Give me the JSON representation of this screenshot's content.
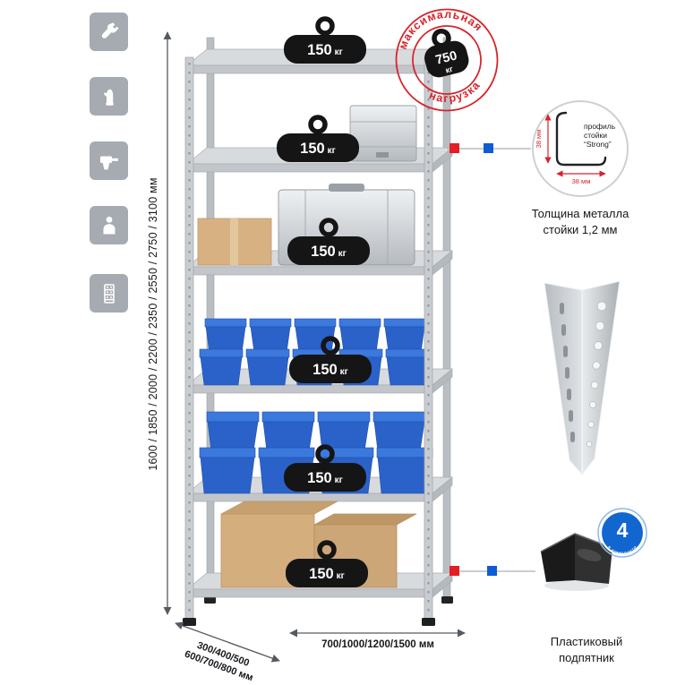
{
  "features": {
    "icons": [
      "wrench",
      "gloves",
      "drill",
      "person",
      "rack"
    ]
  },
  "dimensions": {
    "height": "1600 / 1850 / 2000 / 2200 / 2350 / 2550 / 2750 / 3100 мм",
    "depth_line1": "300/400/500",
    "depth_line2": "600/700/800 мм",
    "width": "700/1000/1200/1500 мм"
  },
  "rack": {
    "shelf_weights": [
      {
        "value": "150",
        "unit": "кг"
      },
      {
        "value": "150",
        "unit": "кг"
      },
      {
        "value": "150",
        "unit": "кг"
      },
      {
        "value": "150",
        "unit": "кг"
      },
      {
        "value": "150",
        "unit": "кг"
      },
      {
        "value": "150",
        "unit": "кг"
      }
    ]
  },
  "stamp": {
    "arc_top": "максимальная",
    "arc_bottom": "нагрузка",
    "value": "750",
    "unit": "кг"
  },
  "profile_detail": {
    "label_line1": "профиль",
    "label_line2": "стойки",
    "label_line3": "“Strong”",
    "dim_left": "38 мм",
    "dim_bottom": "38 мм",
    "caption_line1": "Толщина металла",
    "caption_line2": "стойки 1,2 мм"
  },
  "foot_detail": {
    "badge_value": "4",
    "badge_label": "в комплекте",
    "caption_line1": "Пластиковый",
    "caption_line2": "подпятник"
  },
  "colors": {
    "accent_red": "#d8232a",
    "marker_red": "#e31e24",
    "marker_blue": "#0f5bd5",
    "tile_gray": "#a6abb1",
    "bin_blue": "#2a62c9"
  }
}
